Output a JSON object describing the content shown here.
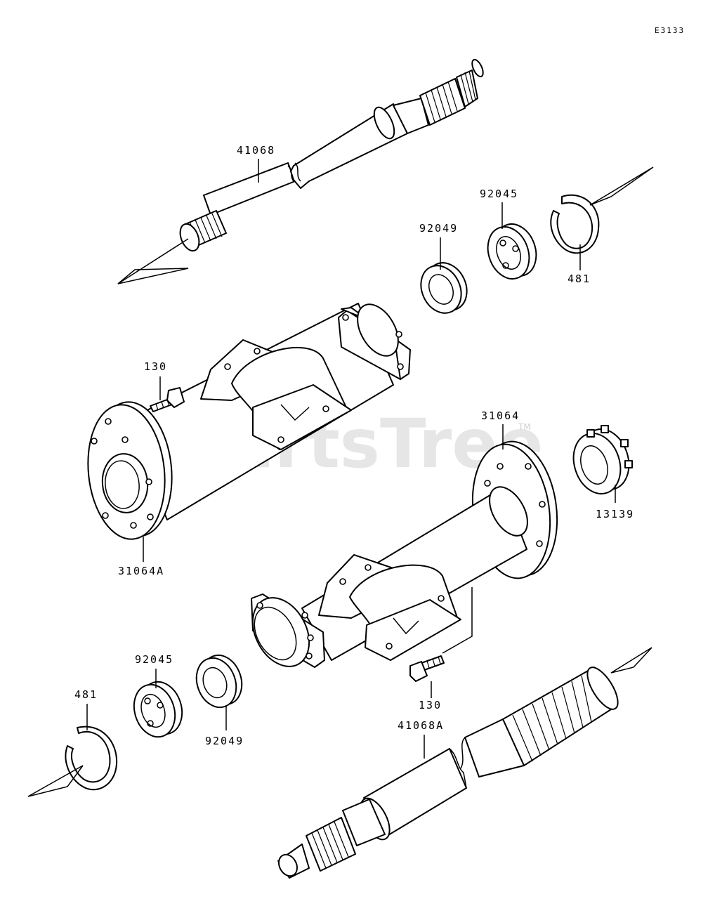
{
  "diagram_code": "E3133",
  "watermark": "PartsTree",
  "watermark_tm": "TM",
  "labels": {
    "shaft_top": "41068",
    "shaft_bottom": "41068A",
    "housing_left": "31064A",
    "housing_right": "31064",
    "bearing_top": "92045",
    "bearing_bottom": "92045",
    "seal_top": "92049",
    "seal_bottom": "92049",
    "ring_top": "481",
    "ring_bottom": "481",
    "bolt_top": "130",
    "bolt_bottom": "130",
    "nut": "13139"
  }
}
